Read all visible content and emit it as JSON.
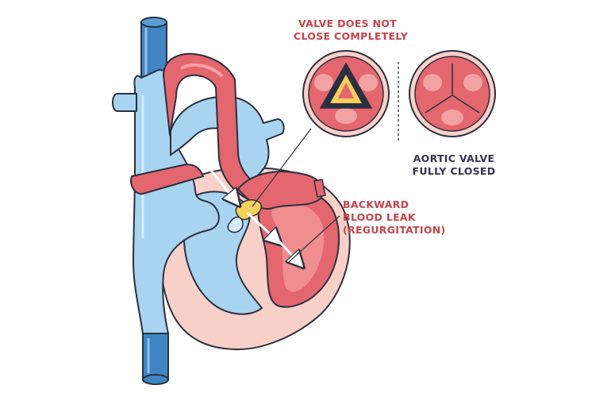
{
  "colors": {
    "vein_blue": "#a8d4f2",
    "vein_dark": "#3f85c2",
    "artery_red": "#e4666e",
    "artery_light": "#f2a2a2",
    "heart_pink": "#f9d0c8",
    "outline": "#2b3040",
    "leak_yellow": "#f6cf5a",
    "label_red": "#c8434c",
    "label_dark": "#2e3450"
  },
  "labels": {
    "valve_not_close_line1": "VALVE DOES NOT",
    "valve_not_close_line2": "CLOSE COMPLETELY",
    "aortic_closed_line1": "AORTIC VALVE",
    "aortic_closed_line2": "FULLY CLOSED",
    "leak_line1": "BACKWARD",
    "leak_line2": "BLOOD LEAK",
    "leak_line3": "(REGURGITATION)"
  }
}
